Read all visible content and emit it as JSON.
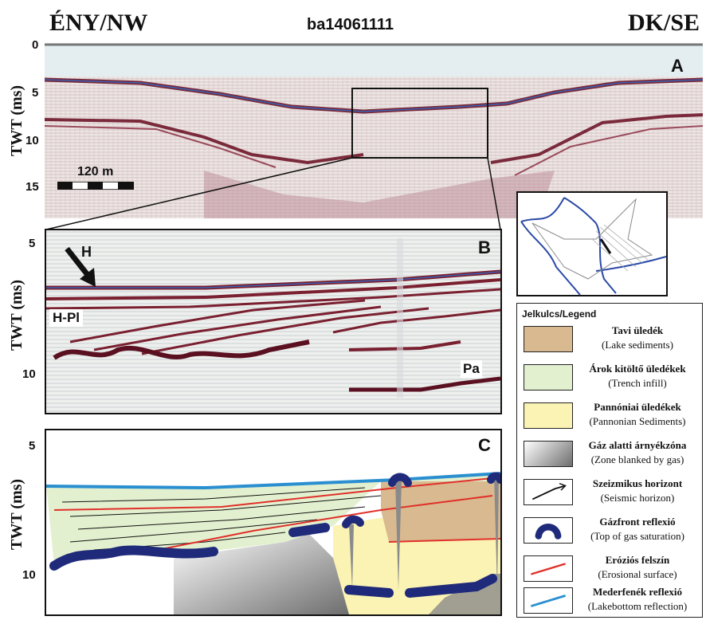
{
  "header": {
    "left": "ÉNY/NW",
    "center": "ba14061111",
    "right": "DK/SE"
  },
  "axis_label": "TWT (ms)",
  "panel_a": {
    "label": "A",
    "ticks": [
      "0",
      "5",
      "10",
      "15"
    ],
    "scale_bar": "120 m"
  },
  "panel_b": {
    "label": "B",
    "ticks": [
      "5",
      "10"
    ],
    "annotations": {
      "h": "H",
      "hpl": "H-Pl",
      "pa": "Pa"
    }
  },
  "panel_c": {
    "label": "C",
    "ticks": [
      "5",
      "10"
    ]
  },
  "legend": {
    "title": "Jelkulcs/Legend",
    "items": [
      {
        "hu": "Tavi üledék",
        "en": "(Lake sediments)",
        "icon": "lake-sediment-swatch",
        "color": "#d9b98f"
      },
      {
        "hu": "Árok kitöltő üledékek",
        "en": "(Trench infill)",
        "icon": "trench-infill-swatch",
        "color": "#e3f0cf"
      },
      {
        "hu": "Pannóniai üledékek",
        "en": "(Pannonian Sediments)",
        "icon": "pannonian-swatch",
        "color": "#fbf3b3"
      },
      {
        "hu": "Gáz alatti árnyékzóna",
        "en": "(Zone blanked by gas)",
        "icon": "gas-blank-gradient",
        "color": "#8a8a8a"
      },
      {
        "hu": "Szeizmikus horizont",
        "en": "(Seismic horizon)",
        "icon": "horizon-line-icon",
        "color": "#111111"
      },
      {
        "hu": "Gázfront reflexió",
        "en": "(Top of gas saturation)",
        "icon": "gas-front-icon",
        "color": "#1f2a7a"
      },
      {
        "hu": "Eróziós felszín",
        "en": "(Erosional surface)",
        "icon": "erosion-line-icon",
        "color": "#e0302a"
      },
      {
        "hu": "Mederfenék reflexió",
        "en": "(Lakebottom reflection)",
        "icon": "lakebottom-line-icon",
        "color": "#2a8fd0"
      }
    ]
  }
}
